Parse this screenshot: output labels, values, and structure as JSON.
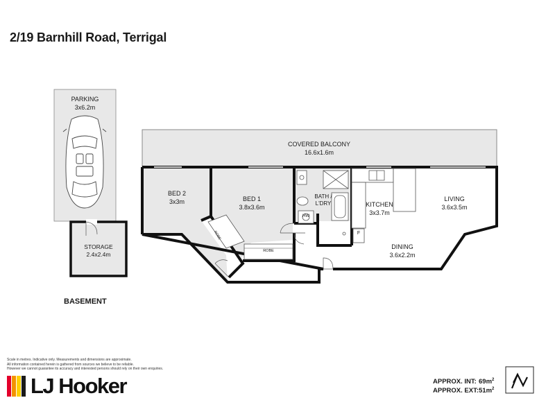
{
  "header": {
    "title": "2/19 Barnhill Road, Terrigal"
  },
  "rooms": {
    "parking": {
      "name": "PARKING",
      "size": "3x6.2m"
    },
    "storage": {
      "name": "STORAGE",
      "size": "2.4x2.4m"
    },
    "balcony": {
      "name": "COVERED BALCONY",
      "size": "16.6x1.6m"
    },
    "bed2": {
      "name": "BED 2",
      "size": "3x3m"
    },
    "bed1": {
      "name": "BED 1",
      "size": "3.8x3.6m"
    },
    "bath": {
      "name": "BATH /",
      "name2": "L'DRY"
    },
    "kitchen": {
      "name": "KITCHEN",
      "size": "3x3.7m"
    },
    "living": {
      "name": "LIVING",
      "size": "3.6x3.5m"
    },
    "dining": {
      "name": "DINING",
      "size": "3.6x2.2m"
    }
  },
  "fixtures": {
    "robe": "ROBE",
    "hw": "HW",
    "fridge": "F"
  },
  "level": {
    "basement": "BASEMENT"
  },
  "disclaimer": [
    "Scale in metres. Indicative only. Measurements and dimensions are approximate.",
    "All information contained herein is gathered from sources we believe to be reliable.",
    "However we cannot guarantee its accuracy and interested persons should rely on their own enquiries."
  ],
  "brand": {
    "name": "LJ Hooker",
    "colors": [
      "#e4002b",
      "#f39200",
      "#ffd100",
      "#1a1a1a"
    ]
  },
  "area": {
    "int_label": "APPROX. INT:",
    "int_value": "69m",
    "int_unit_sup": "2",
    "ext_label": "APPROX. EXT:",
    "ext_value": "51m",
    "ext_unit_sup": "2"
  },
  "compass_icon": "north-arrow-icon",
  "colors": {
    "wall": "#111111",
    "room_fill": "#e8e8e8",
    "floor_fill": "#ffffff",
    "line": "#555555"
  }
}
